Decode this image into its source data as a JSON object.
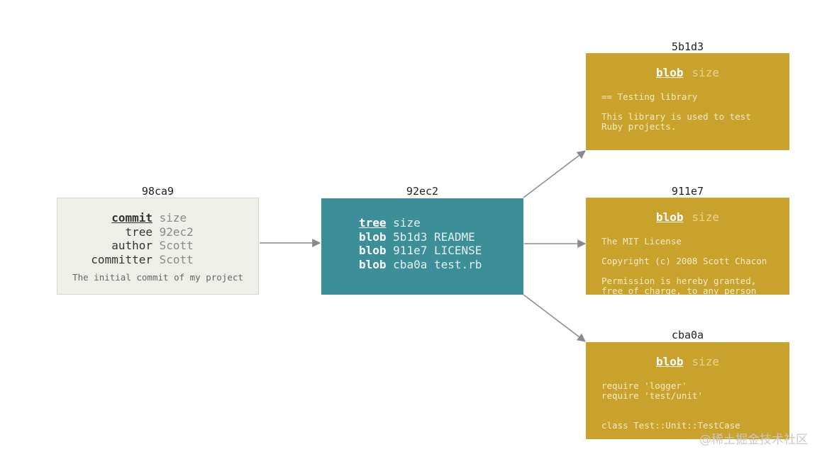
{
  "commit": {
    "hash": "98ca9",
    "rows": [
      {
        "key": "commit",
        "value": "size"
      },
      {
        "key": "tree",
        "value": "92ec2"
      },
      {
        "key": "author",
        "value": "Scott"
      },
      {
        "key": "committer",
        "value": "Scott"
      }
    ],
    "message": "The initial commit of my project"
  },
  "tree": {
    "hash": "92ec2",
    "header": {
      "key": "tree",
      "value": "size"
    },
    "entries": [
      {
        "type": "blob",
        "hash": "5b1d3",
        "name": "README"
      },
      {
        "type": "blob",
        "hash": "911e7",
        "name": "LICENSE"
      },
      {
        "type": "blob",
        "hash": "cba0a",
        "name": "test.rb"
      }
    ]
  },
  "blobs": [
    {
      "hash": "5b1d3",
      "key": "blob",
      "value": "size",
      "content": "== Testing library\n\nThis library is used to test\nRuby projects."
    },
    {
      "hash": "911e7",
      "key": "blob",
      "value": "size",
      "content": "The MIT License\n\nCopyright (c) 2008 Scott Chacon\n\nPermission is hereby granted,\nfree of charge, to any person"
    },
    {
      "hash": "cba0a",
      "key": "blob",
      "value": "size",
      "content": "require 'logger'\nrequire 'test/unit'\n\n\nclass Test::Unit::TestCase"
    }
  ],
  "watermark": "@稀土掘金技术社区",
  "colors": {
    "commit_bg": "#efefea",
    "tree_bg": "#3c8f98",
    "blob_bg": "#c9a22e",
    "arrow": "#8a8a8a"
  }
}
